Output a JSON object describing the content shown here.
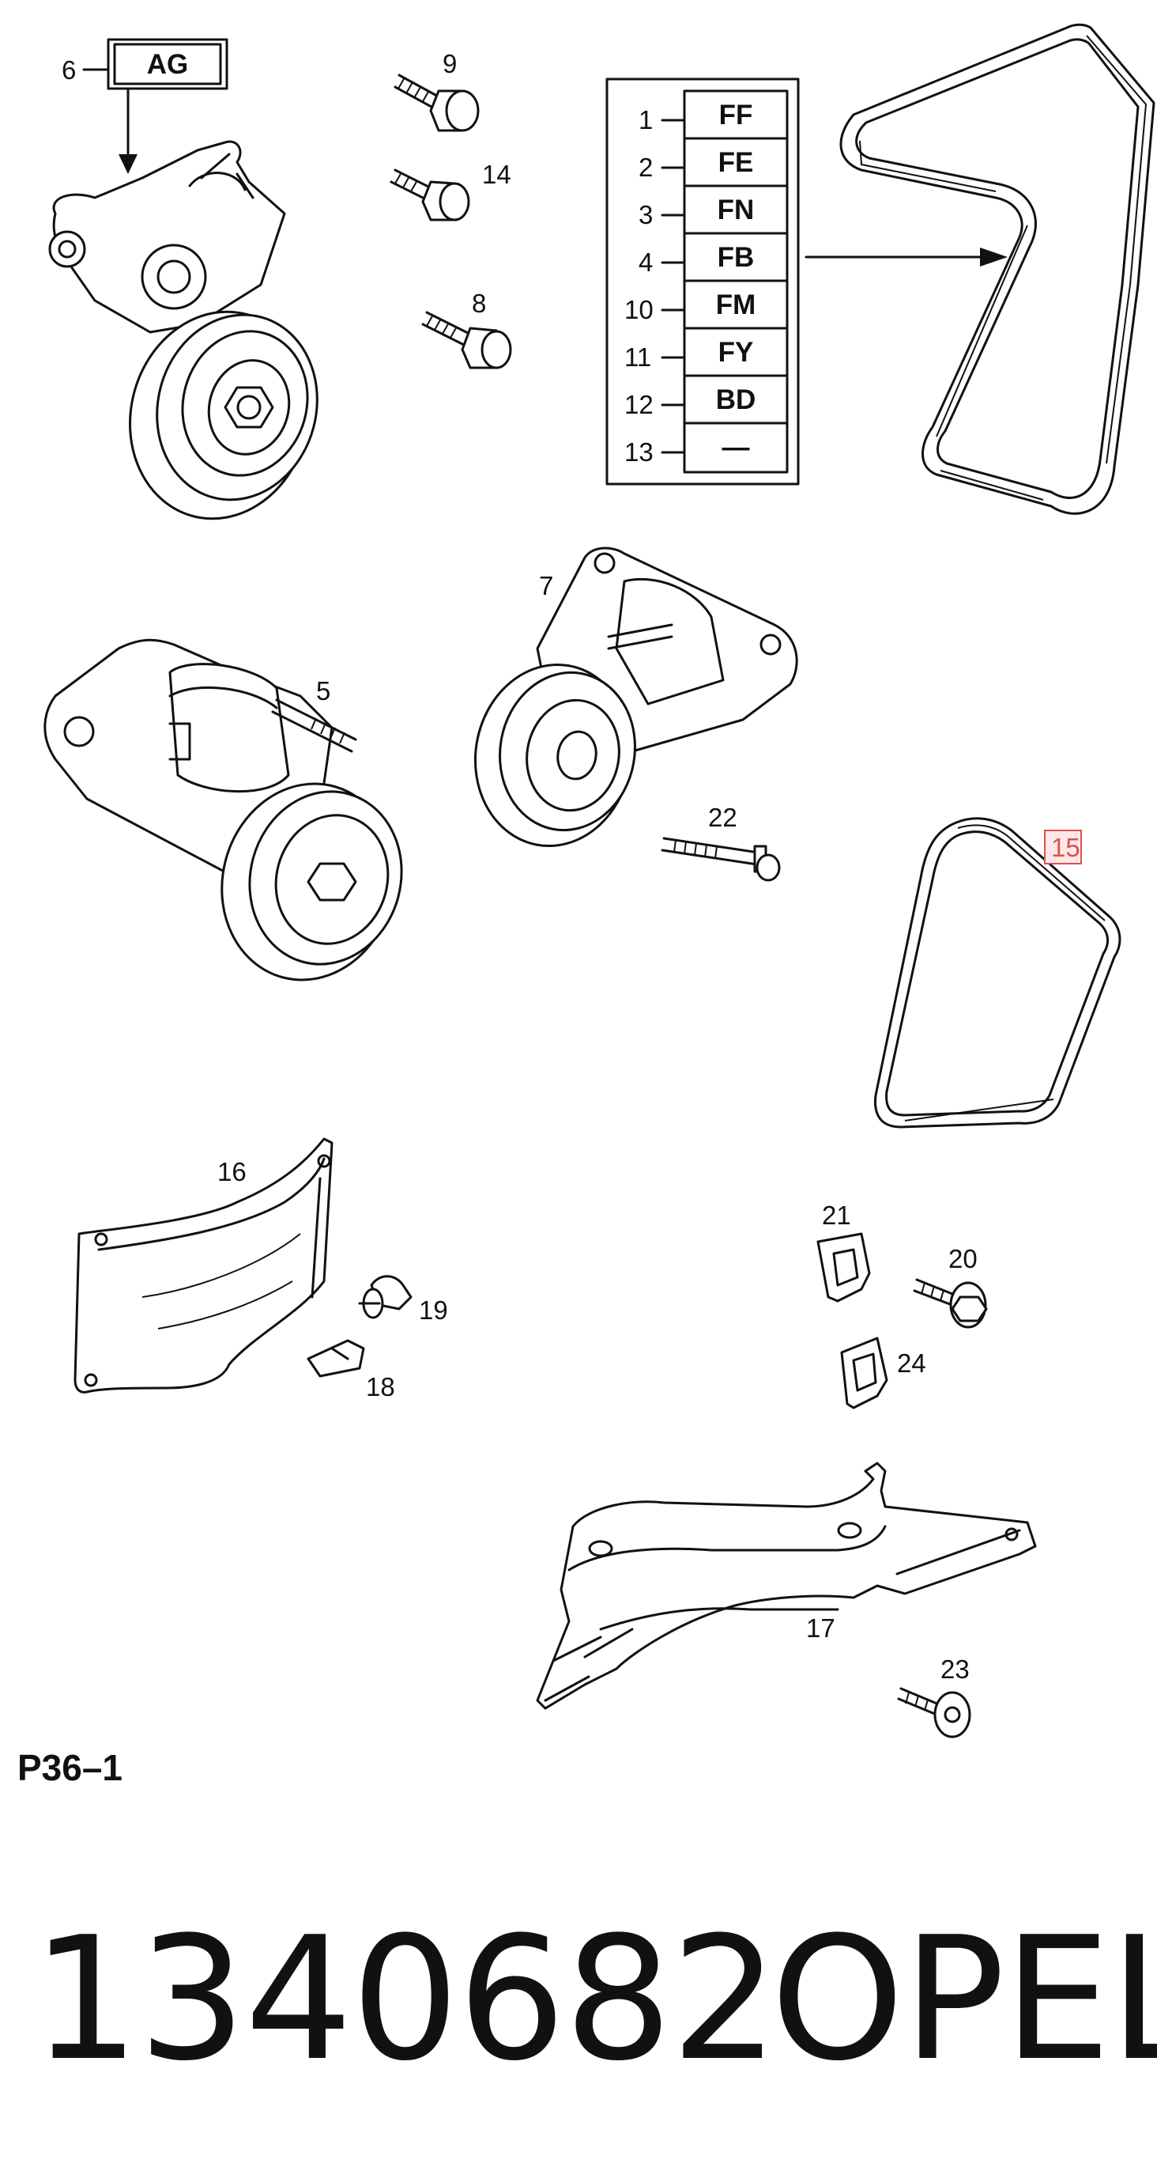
{
  "callouts": {
    "c1": "1",
    "c2": "2",
    "c3": "3",
    "c4": "4",
    "c5": "5",
    "c6": "6",
    "c7": "7",
    "c8": "8",
    "c9": "9",
    "c10": "10",
    "c11": "11",
    "c12": "12",
    "c13": "13",
    "c14": "14",
    "c15": "15",
    "c16": "16",
    "c17": "17",
    "c18": "18",
    "c19": "19",
    "c20": "20",
    "c21": "21",
    "c22": "22",
    "c23": "23",
    "c24": "24"
  },
  "codes": {
    "c6": "AG",
    "c1": "FF",
    "c2": "FE",
    "c3": "FN",
    "c4": "FB",
    "c10": "FM",
    "c11": "FY",
    "c12": "BD",
    "c13": "—"
  },
  "highlight": {
    "callout": "15",
    "color": "#d9534f"
  },
  "footer": {
    "page_code": "P36–1",
    "part_number": "1340682",
    "brand": "OPEL"
  }
}
